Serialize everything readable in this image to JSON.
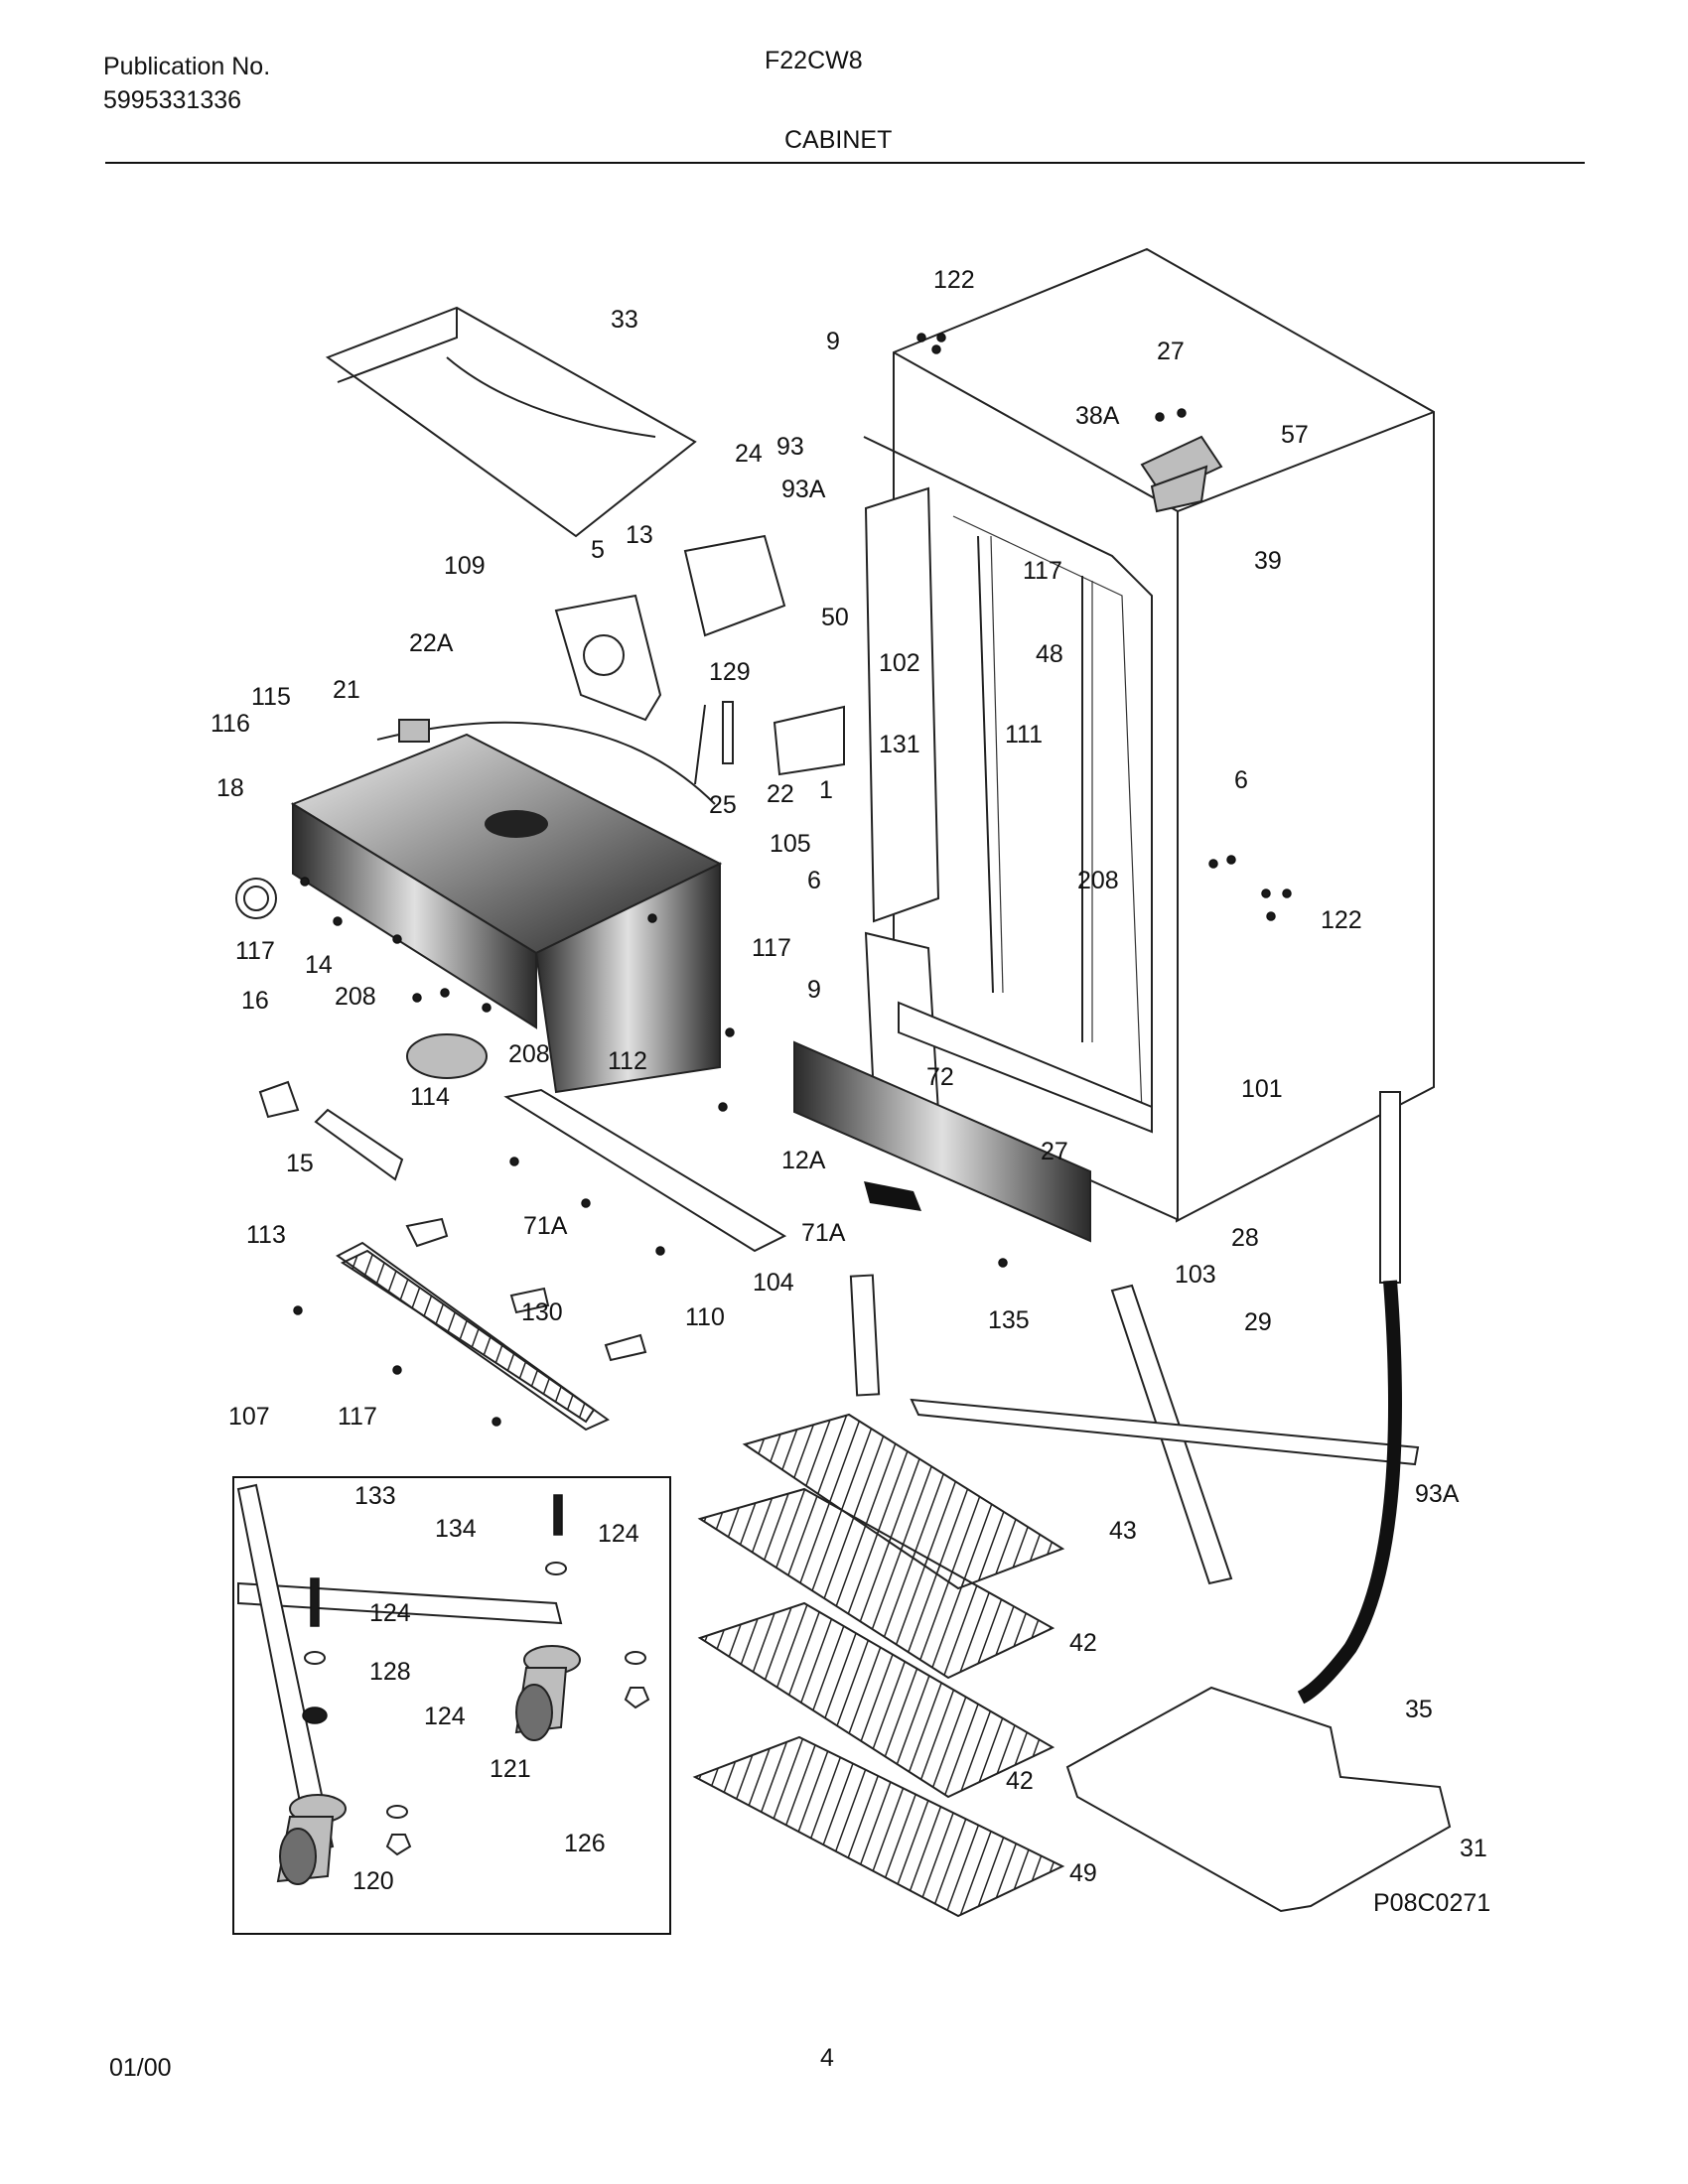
{
  "header": {
    "publication_label": "Publication No.",
    "publication_number": "5995331336",
    "model": "F22CW8",
    "section": "CABINET"
  },
  "footer": {
    "date": "01/00",
    "page": "4"
  },
  "diagram": {
    "code": "P08C0271",
    "labels": [
      {
        "id": "l1",
        "text": "122"
      },
      {
        "id": "l2",
        "text": "33"
      },
      {
        "id": "l3",
        "text": "9"
      },
      {
        "id": "l4",
        "text": "27"
      },
      {
        "id": "l5",
        "text": "38A"
      },
      {
        "id": "l6",
        "text": "57"
      },
      {
        "id": "l7",
        "text": "24"
      },
      {
        "id": "l8",
        "text": "93"
      },
      {
        "id": "l9",
        "text": "93A"
      },
      {
        "id": "l10",
        "text": "5"
      },
      {
        "id": "l11",
        "text": "13"
      },
      {
        "id": "l12",
        "text": "109"
      },
      {
        "id": "l13",
        "text": "117"
      },
      {
        "id": "l14",
        "text": "39"
      },
      {
        "id": "l15",
        "text": "50"
      },
      {
        "id": "l16",
        "text": "22A"
      },
      {
        "id": "l17",
        "text": "102"
      },
      {
        "id": "l18",
        "text": "48"
      },
      {
        "id": "l19",
        "text": "129"
      },
      {
        "id": "l20",
        "text": "115"
      },
      {
        "id": "l21",
        "text": "21"
      },
      {
        "id": "l22",
        "text": "116"
      },
      {
        "id": "l23",
        "text": "131"
      },
      {
        "id": "l24",
        "text": "111"
      },
      {
        "id": "l25",
        "text": "18"
      },
      {
        "id": "l26",
        "text": "25"
      },
      {
        "id": "l27",
        "text": "22"
      },
      {
        "id": "l28",
        "text": "1"
      },
      {
        "id": "l29",
        "text": "6"
      },
      {
        "id": "l30",
        "text": "105"
      },
      {
        "id": "l31",
        "text": "6"
      },
      {
        "id": "l32",
        "text": "208"
      },
      {
        "id": "l33",
        "text": "122"
      },
      {
        "id": "l34",
        "text": "117"
      },
      {
        "id": "l35",
        "text": "14"
      },
      {
        "id": "l36",
        "text": "117"
      },
      {
        "id": "l37",
        "text": "16"
      },
      {
        "id": "l38",
        "text": "208"
      },
      {
        "id": "l39",
        "text": "9"
      },
      {
        "id": "l40",
        "text": "208"
      },
      {
        "id": "l41",
        "text": "112"
      },
      {
        "id": "l42",
        "text": "72"
      },
      {
        "id": "l43",
        "text": "114"
      },
      {
        "id": "l44",
        "text": "101"
      },
      {
        "id": "l45",
        "text": "15"
      },
      {
        "id": "l46",
        "text": "12A"
      },
      {
        "id": "l47",
        "text": "27"
      },
      {
        "id": "l48",
        "text": "113"
      },
      {
        "id": "l49",
        "text": "71A"
      },
      {
        "id": "l50",
        "text": "71A"
      },
      {
        "id": "l51",
        "text": "28"
      },
      {
        "id": "l52",
        "text": "103"
      },
      {
        "id": "l53",
        "text": "104"
      },
      {
        "id": "l54",
        "text": "130"
      },
      {
        "id": "l55",
        "text": "110"
      },
      {
        "id": "l56",
        "text": "135"
      },
      {
        "id": "l57",
        "text": "29"
      },
      {
        "id": "l58",
        "text": "107"
      },
      {
        "id": "l59",
        "text": "117"
      },
      {
        "id": "l60",
        "text": "133"
      },
      {
        "id": "l61",
        "text": "93A"
      },
      {
        "id": "l62",
        "text": "134"
      },
      {
        "id": "l63",
        "text": "124"
      },
      {
        "id": "l64",
        "text": "43"
      },
      {
        "id": "l65",
        "text": "124"
      },
      {
        "id": "l66",
        "text": "42"
      },
      {
        "id": "l67",
        "text": "128"
      },
      {
        "id": "l68",
        "text": "124"
      },
      {
        "id": "l69",
        "text": "35"
      },
      {
        "id": "l70",
        "text": "121"
      },
      {
        "id": "l71",
        "text": "42"
      },
      {
        "id": "l72",
        "text": "126"
      },
      {
        "id": "l73",
        "text": "31"
      },
      {
        "id": "l74",
        "text": "120"
      },
      {
        "id": "l75",
        "text": "49"
      }
    ]
  }
}
